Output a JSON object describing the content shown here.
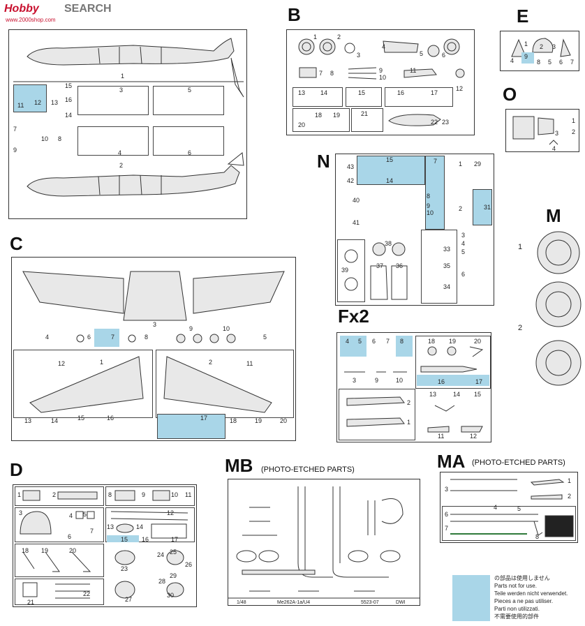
{
  "watermark": {
    "brand_left": "Hobby",
    "brand_right": "SEARCH",
    "site": "www.2000shop.com"
  },
  "sprues": {
    "A": {
      "labels": [
        "1",
        "15",
        "11",
        "12",
        "13",
        "16",
        "14",
        "7",
        "10",
        "8",
        "9",
        "3",
        "5",
        "4",
        "6",
        "2"
      ]
    },
    "B": {
      "title": "B",
      "labels": [
        "1",
        "2",
        "3",
        "4",
        "5",
        "6",
        "7",
        "8",
        "9",
        "10",
        "11",
        "12",
        "13",
        "14",
        "15",
        "16",
        "17",
        "18",
        "19",
        "20",
        "21",
        "22",
        "23"
      ]
    },
    "C": {
      "title": "C",
      "labels": [
        "3",
        "4",
        "6",
        "7",
        "8",
        "9",
        "10",
        "5",
        "12",
        "1",
        "2",
        "11",
        "13",
        "14",
        "15",
        "16",
        "17",
        "18",
        "19",
        "20"
      ]
    },
    "D": {
      "title": "D",
      "labels": [
        "1",
        "2",
        "8",
        "9",
        "10",
        "11",
        "3",
        "4",
        "5",
        "6",
        "7",
        "12",
        "13",
        "14",
        "15",
        "16",
        "17",
        "18",
        "19",
        "20",
        "23",
        "24",
        "25",
        "26",
        "28",
        "29",
        "30",
        "27",
        "22",
        "21"
      ]
    },
    "E": {
      "title": "E",
      "labels": [
        "1",
        "2",
        "3",
        "4",
        "9",
        "8",
        "5",
        "6",
        "7"
      ]
    },
    "O": {
      "title": "O",
      "labels": [
        "1",
        "2",
        "3",
        "4"
      ]
    },
    "N": {
      "title": "N",
      "labels": [
        "43",
        "42",
        "15",
        "14",
        "7",
        "8",
        "9",
        "10",
        "1",
        "29",
        "40",
        "41",
        "2",
        "31",
        "38",
        "39",
        "37",
        "36",
        "33",
        "35",
        "3",
        "4",
        "5",
        "6",
        "34"
      ]
    },
    "M": {
      "title": "M",
      "labels": [
        "1",
        "2"
      ]
    },
    "Fx2": {
      "title": "Fx2",
      "labels": [
        "4",
        "5",
        "6",
        "7",
        "8",
        "18",
        "19",
        "20",
        "3",
        "9",
        "10",
        "16",
        "17",
        "2",
        "1",
        "13",
        "14",
        "15",
        "11",
        "12"
      ]
    },
    "MB": {
      "title": "MB",
      "subtitle": "(PHOTO-ETCHED PARTS)",
      "footer": [
        "1/48",
        "Me262A-1a/U4",
        "5523-07",
        "DWI"
      ]
    },
    "MA": {
      "title": "MA",
      "subtitle": "(PHOTO-ETCHED PARTS)",
      "labels": [
        "3",
        "1",
        "2",
        "4",
        "5",
        "6",
        "7",
        "8"
      ]
    }
  },
  "legend": {
    "lines": [
      "の部品は使用しません",
      "Parts not for use.",
      "Teile werden nicht verwendet.",
      "Pieces a ne pas utiliser.",
      "Parti non utilizzati.",
      "不需要使用的部件"
    ],
    "color": "#a9d6e8"
  },
  "colors": {
    "unused_parts": "#a9d6e8",
    "line": "#333333"
  }
}
